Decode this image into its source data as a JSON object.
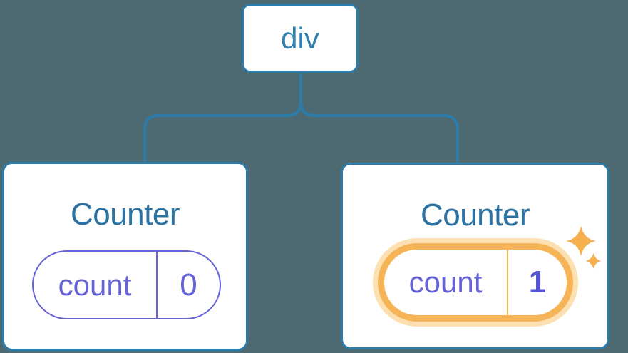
{
  "diagram": {
    "description": "Component tree diagram: a div root element with two Counter children holding count state",
    "root": {
      "label": "div"
    },
    "children": [
      {
        "title": "Counter",
        "state": {
          "key": "count",
          "value": "0"
        },
        "highlighted": false
      },
      {
        "title": "Counter",
        "state": {
          "key": "count",
          "value": "1"
        },
        "highlighted": true,
        "icons": [
          "sparkle-icon-large",
          "sparkle-icon-small"
        ]
      }
    ]
  },
  "colors": {
    "canvas_background": "#4d6a73",
    "connector_blue": "#2c7ba9",
    "node_border_blue": "#2c7ba9",
    "node_label_blue": "#2f81b0",
    "title_text_blue": "#2c72a3",
    "state_purple": "#6663d6",
    "state_value_bold_purple": "#5553cf",
    "highlight_ring_orange": "#f6b458",
    "highlight_glow_orange": "#fce0b2",
    "sparkle_orange": "#f6b04e",
    "card_background": "#ffffff"
  }
}
